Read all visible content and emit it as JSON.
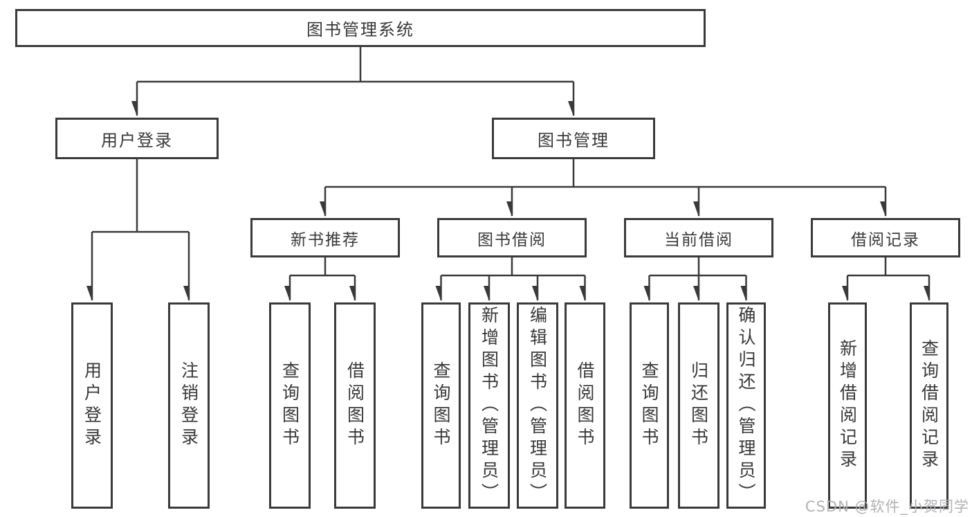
{
  "diagram": {
    "type": "hierarchy-tree",
    "colors": {
      "line": "#3a3a3a",
      "text": "#383838",
      "background": "#ffffff",
      "watermark": "#b2b2b6"
    },
    "root": {
      "label": "图书管理系统",
      "children": [
        {
          "label": "用户登录",
          "children": [
            {
              "label": "用户登录"
            },
            {
              "label": "注销登录"
            }
          ]
        },
        {
          "label": "图书管理",
          "children": [
            {
              "label": "新书推荐",
              "children": [
                {
                  "label": "查询图书"
                },
                {
                  "label": "借阅图书"
                }
              ]
            },
            {
              "label": "图书借阅",
              "children": [
                {
                  "label": "查询图书"
                },
                {
                  "label": "新增图书（管理员）"
                },
                {
                  "label": "编辑图书（管理员）"
                },
                {
                  "label": "借阅图书"
                }
              ]
            },
            {
              "label": "当前借阅",
              "children": [
                {
                  "label": "查询图书"
                },
                {
                  "label": "归还图书"
                },
                {
                  "label": "确认归还（管理员）"
                }
              ]
            },
            {
              "label": "借阅记录",
              "children": [
                {
                  "label": "新增借阅记录"
                },
                {
                  "label": "查询借阅记录"
                }
              ]
            }
          ]
        }
      ]
    },
    "watermark": "CSDN @软件_小贺同学"
  }
}
